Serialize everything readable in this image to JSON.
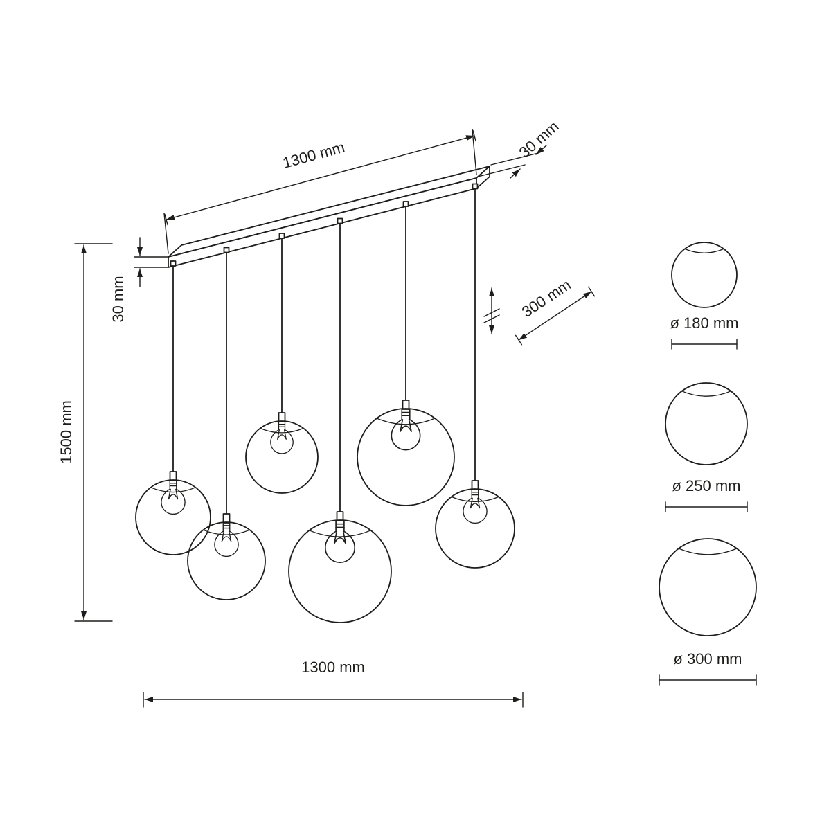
{
  "page": {
    "background": "#ffffff",
    "line_color": "#1d1d1b"
  },
  "drawing": {
    "kind": "pendant-lamp-dimension-diagram",
    "dims": {
      "rail_length_top": "1300 mm",
      "rail_depth": "30 mm",
      "rail_height": "30 mm",
      "overall_height": "1500 mm",
      "cord_adjust": "300 mm",
      "overall_width_bottom": "1300 mm"
    },
    "globes": [
      {
        "label": "ø 180 mm"
      },
      {
        "label": "ø 250 mm"
      },
      {
        "label": "ø 300 mm"
      }
    ]
  }
}
